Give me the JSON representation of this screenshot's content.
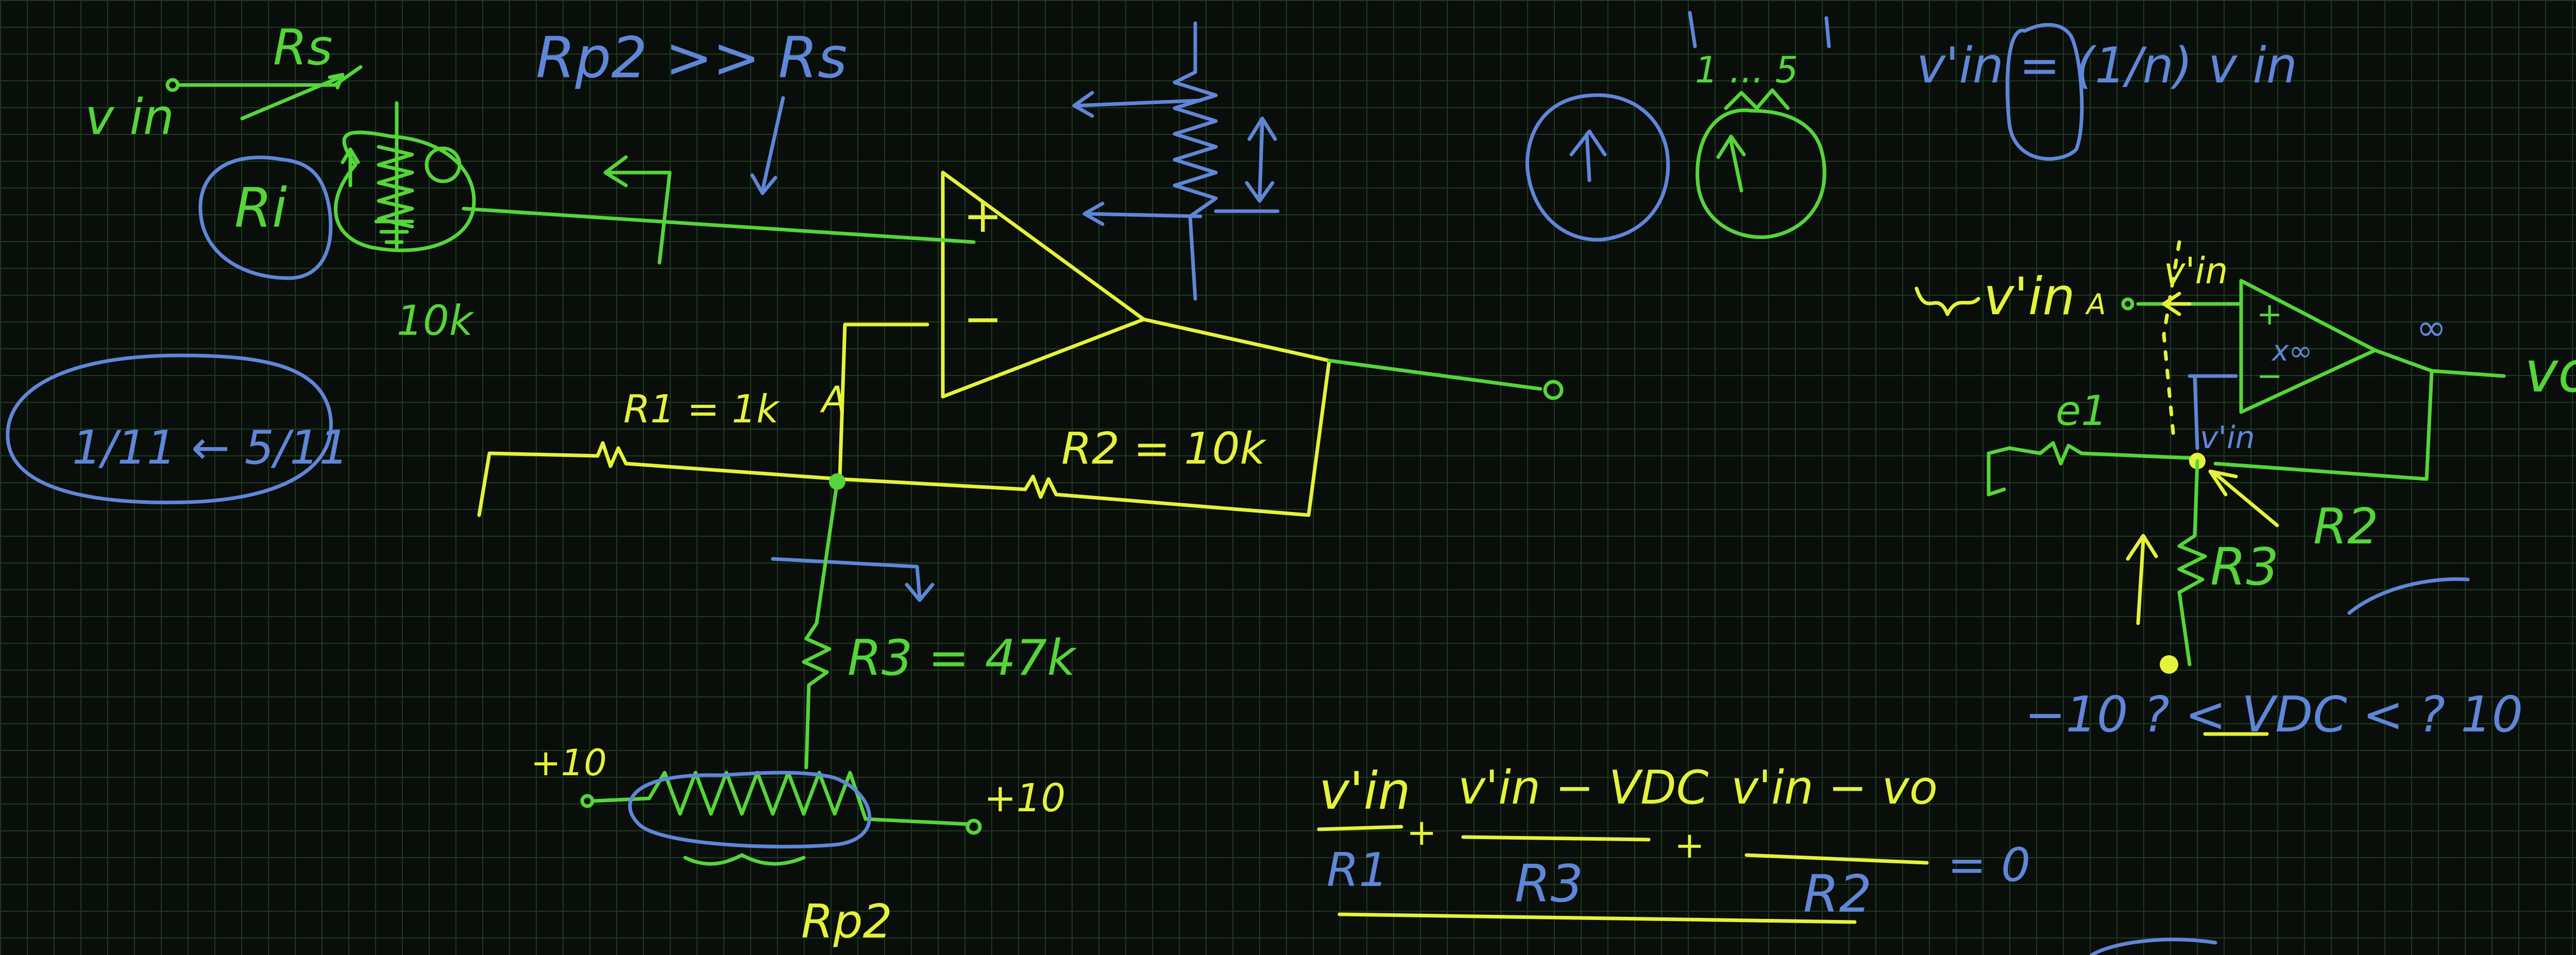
{
  "labels": {
    "vin_source": "v in",
    "rs": "Rs",
    "rp2_gg_rs": "Rp2 >> Rs",
    "ri": "Ri",
    "ten_k_left": "10k",
    "ratio_range": "1/11 ← 5/11",
    "r1": "R1 = 1k",
    "r2": "R2 = 10k",
    "a_node": "A",
    "r3": "R3 = 47k",
    "plus10_left": "+10",
    "plus10_right": "+10",
    "rp2_bottom": "Rp2",
    "plus_sign": "+",
    "minus_sign": "−",
    "dial_scale": "1 ... 5",
    "vin_prime_eq": "v'in = (1/n) v in",
    "vin_prime_right": "v'in",
    "node_a_right": "A",
    "e1": "e1",
    "vin_node_right": "v'in",
    "x_inf": "x∞",
    "inf": "∞",
    "vo": "vo",
    "r2_right": "R2",
    "r3_right": "R3",
    "vdc_range": "−10 ? < VDC < ? 10",
    "kcl_term1_num": "v'in",
    "kcl_term1_den": "R1",
    "kcl_term2_num": "v'in − VDC",
    "kcl_term2_den": "R3",
    "kcl_term3_num": "v'in − vo",
    "kcl_term3_den": "R2",
    "kcl_plus1": "+",
    "kcl_plus2": "+",
    "kcl_rhs": "= 0"
  },
  "colors": {
    "background": "#0a0e0a",
    "grid": "#1c3a1f",
    "yellow_ink": "#e4f23b",
    "green_ink": "#55d53a",
    "blue_ink": "#5f86d8"
  }
}
